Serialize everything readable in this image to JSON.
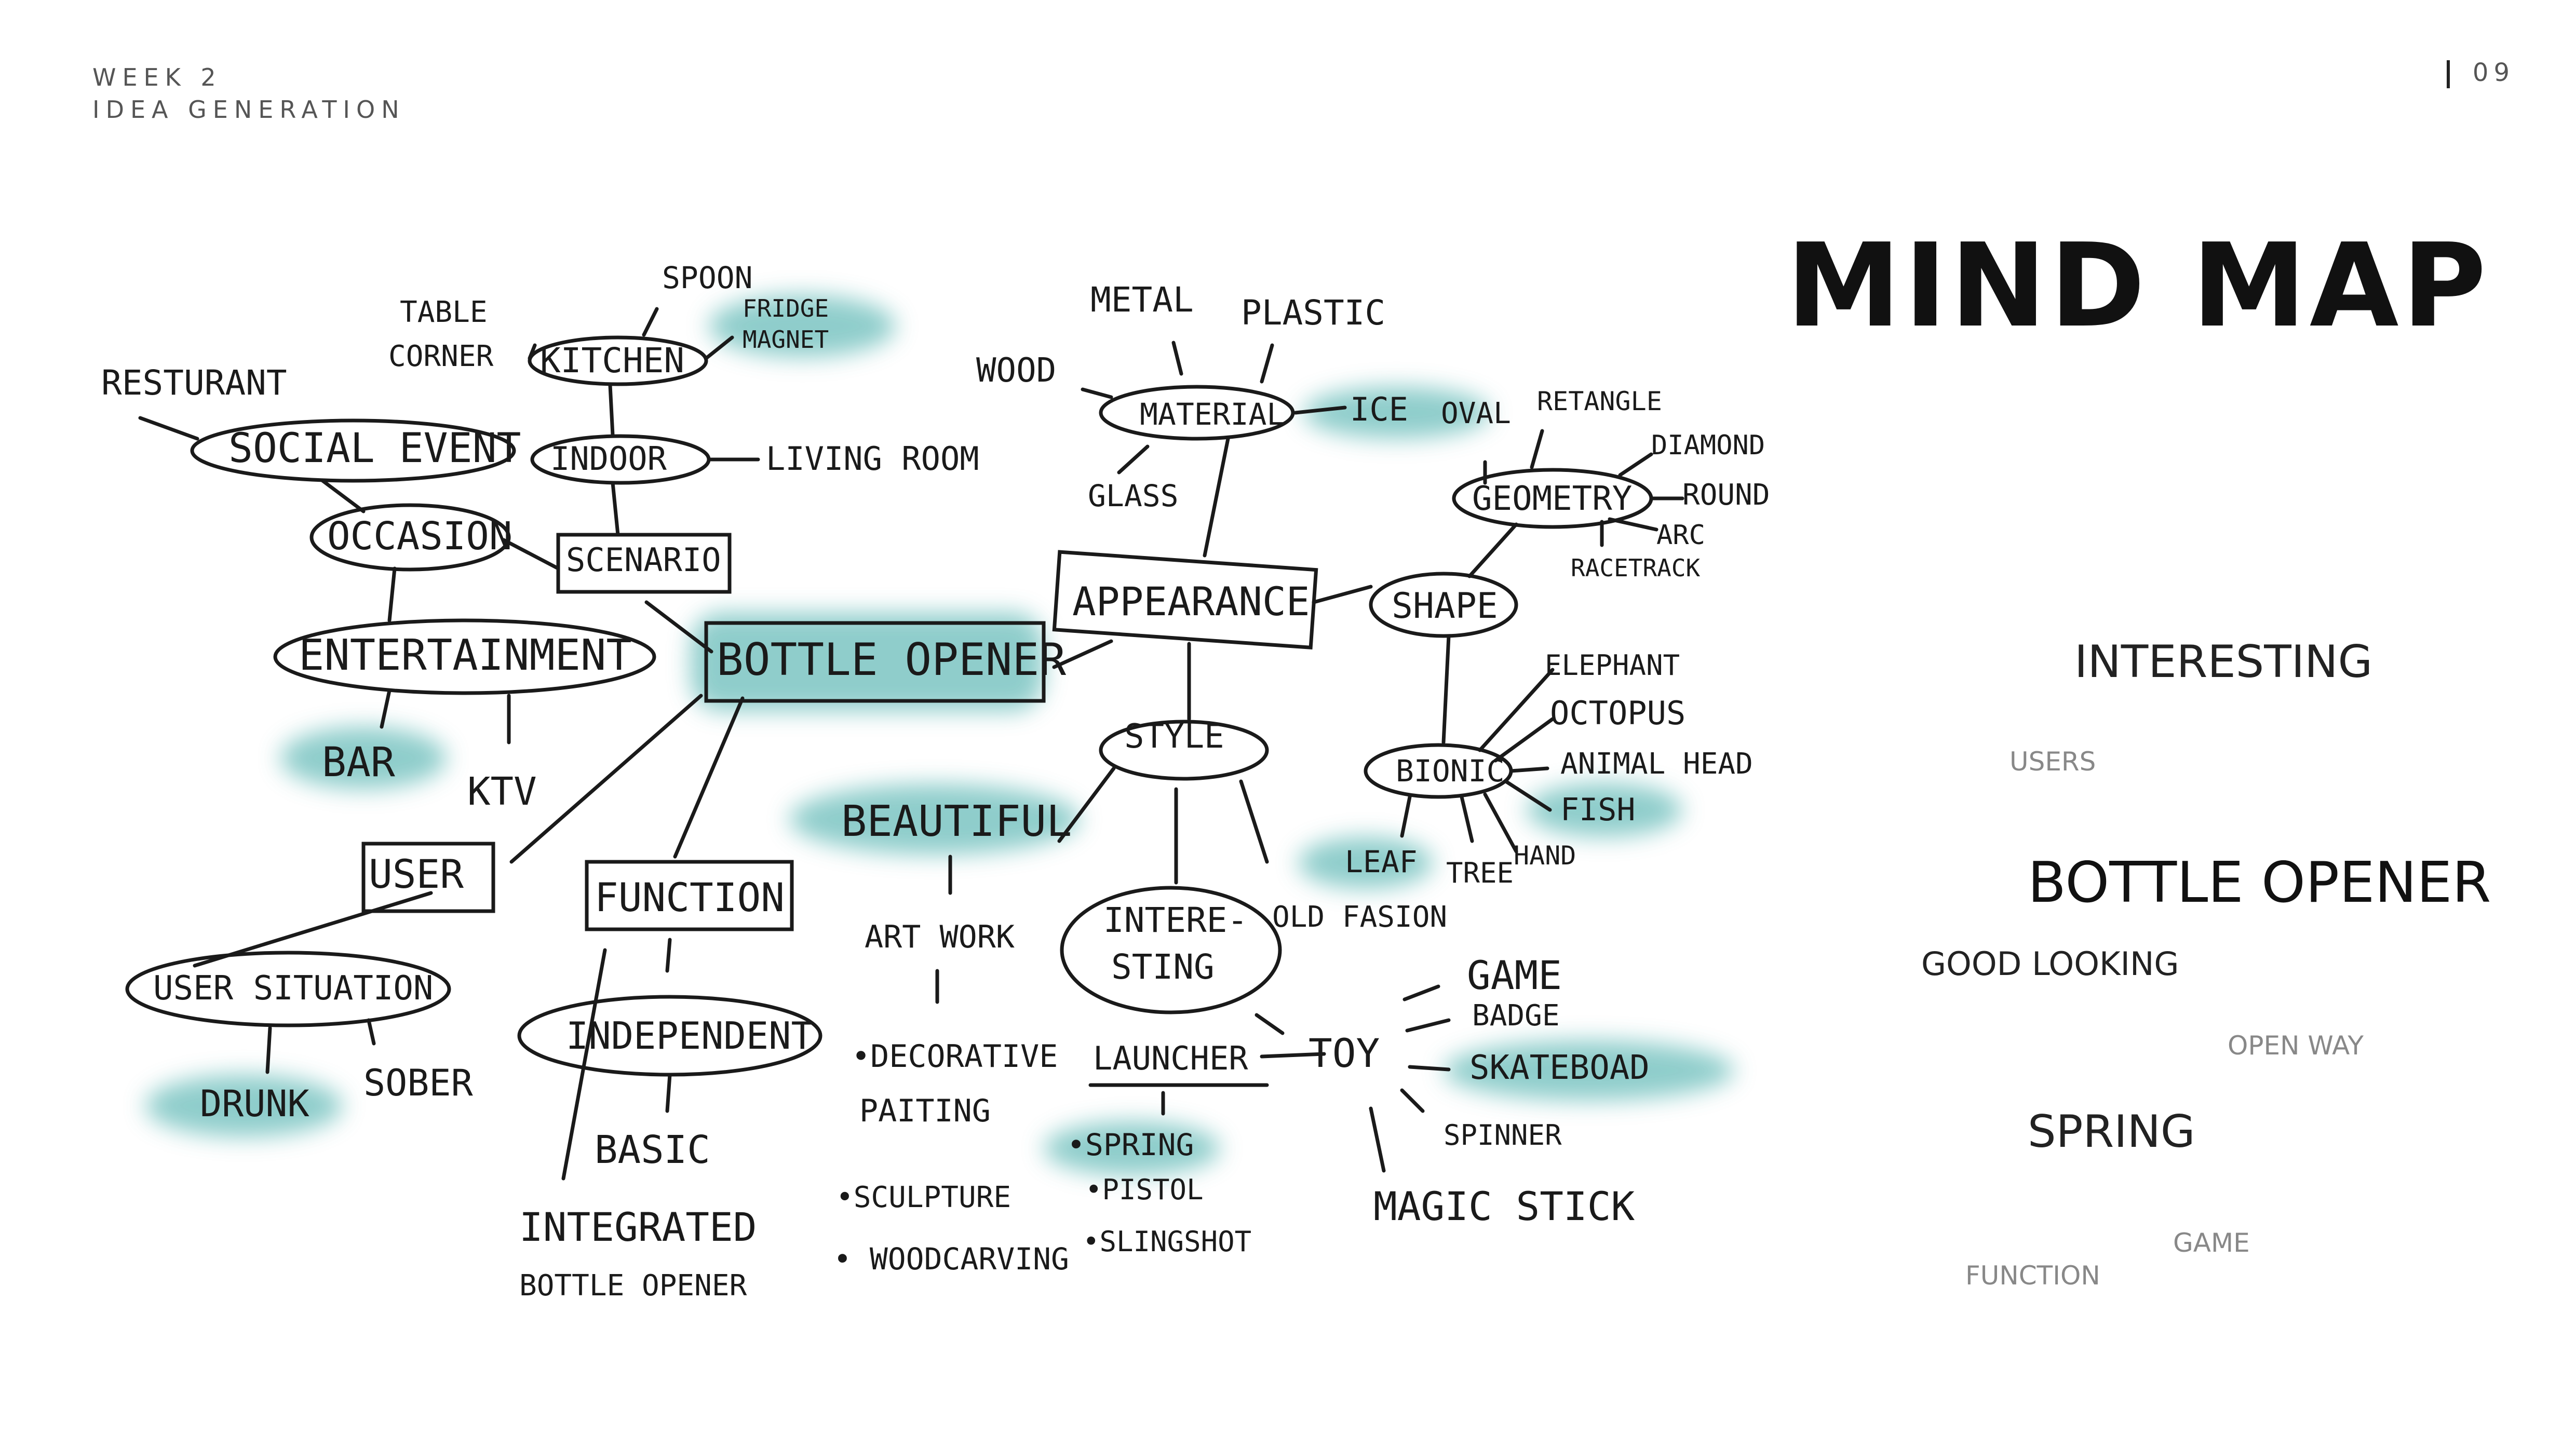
{
  "header": {
    "week": "WEEK 2",
    "subtitle": "IDEA GENERATION"
  },
  "page_number": "09",
  "title": "MIND MAP",
  "mind_map": {
    "central": "BOTTLE OPENER",
    "words": {
      "restaurant": "RESTURANT",
      "table_corner_1": "TABLE",
      "table_corner_2": "CORNER",
      "spoon": "SPOON",
      "kitchen": "KITCHEN",
      "fridge_magnet_1": "FRIDGE",
      "fridge_magnet_2": "MAGNET",
      "social_event": "SOCIAL EVENT",
      "indoor": "INDOOR",
      "living_room": "LIVING ROOM",
      "occasion": "OCCASION",
      "scenario": "SCENARIO",
      "entertainment": "ENTERTAINMENT",
      "bar": "BAR",
      "ktv": "KTV",
      "user": "USER",
      "user_situation": "USER SITUATION",
      "drunk": "DRUNK",
      "sober": "SOBER",
      "function": "FUNCTION",
      "independent": "INDEPENDENT",
      "basic": "BASIC",
      "integrated_1": "INTEGRATED",
      "integrated_2": "BOTTLE OPENER",
      "metal": "METAL",
      "plastic": "PLASTIC",
      "wood": "WOOD",
      "material": "MATERIAL",
      "ice": "ICE",
      "glass": "GLASS",
      "appearance": "APPEARANCE",
      "shape": "SHAPE",
      "oval": "OVAL",
      "retangle": "RETANGLE",
      "diamond": "DIAMOND",
      "geometry": "GEOMETRY",
      "round": "ROUND",
      "arc": "ARC",
      "racetrack": "RACETRACK",
      "style": "STYLE",
      "beautiful": "BEAUTIFUL",
      "art_work": "ART WORK",
      "interesting_1": "INTERE-",
      "interesting_2": "STING",
      "old_fashion": "OLD FASION",
      "bionic": "BIONIC",
      "elephant": "ELEPHANT",
      "octopus": "OCTOPUS",
      "animal_head": "ANIMAL HEAD",
      "fish": "FISH",
      "leaf": "LEAF",
      "tree": "TREE",
      "hand": "HAND",
      "decorative_1": "•DECORATIVE",
      "decorative_2": "PAITING",
      "sculpture": "•SCULPTURE",
      "woodcarving": "• WOODCARVING",
      "launcher": "LAUNCHER",
      "spring": "•SPRING",
      "pistol": "•PISTOL",
      "slingshot": "•SLINGSHOT",
      "toy": "TOY",
      "game": "GAME",
      "badge": "BADGE",
      "skateboard": "SKATEBOAD",
      "spinner": "SPINNER",
      "magic_stick": "MAGIC STICK"
    }
  },
  "word_cloud": {
    "interesting": "INTERESTING",
    "users": "USERS",
    "bottle_opener": "BOTTLE OPENER",
    "good_looking": "GOOD LOOKING",
    "open_way": "OPEN WAY",
    "spring": "SPRING",
    "game": "GAME",
    "function": "FUNCTION"
  },
  "colors": {
    "highlight": "#7cc5c2",
    "ink": "#1a1a1a",
    "text_gray": "#888888"
  }
}
